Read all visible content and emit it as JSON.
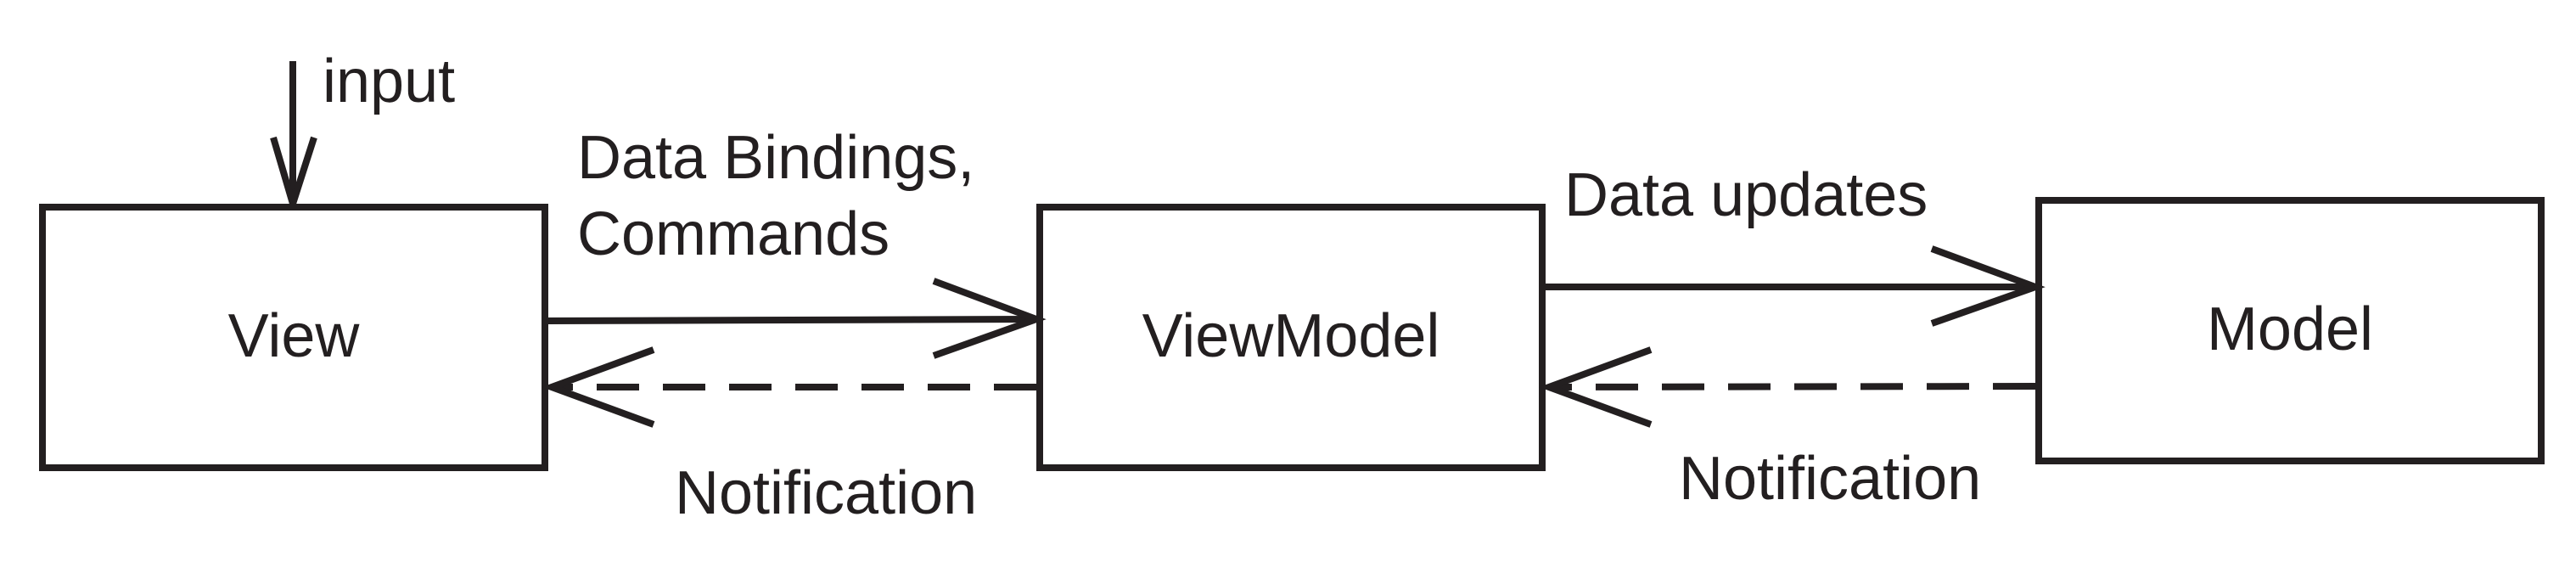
{
  "diagram": {
    "nodes": {
      "view": "View",
      "viewmodel": "ViewModel",
      "model": "Model"
    },
    "edges": {
      "input": "input",
      "view_to_viewmodel_line1": "Data Bindings,",
      "view_to_viewmodel_line2": "Commands",
      "viewmodel_to_view": "Notification",
      "viewmodel_to_model": "Data updates",
      "model_to_viewmodel": "Notification"
    }
  }
}
